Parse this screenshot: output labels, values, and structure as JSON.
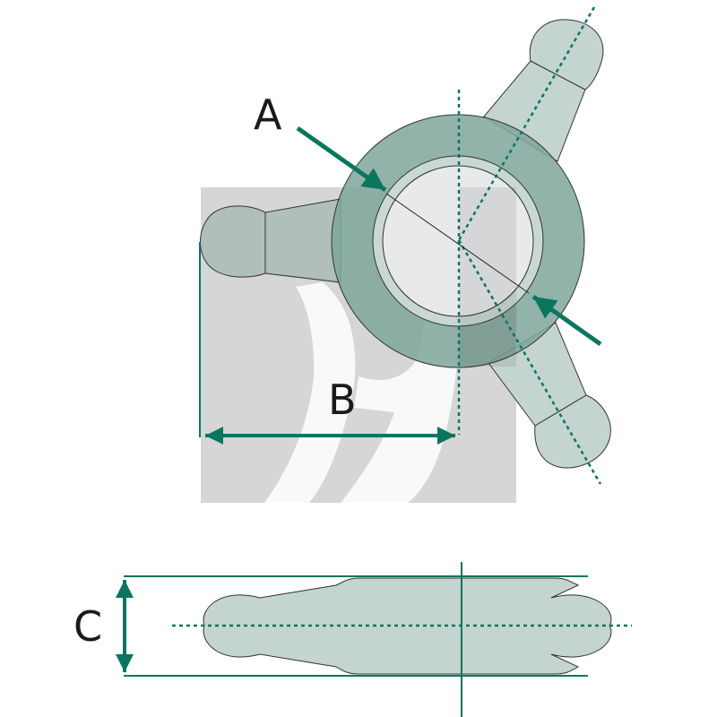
{
  "labels": {
    "a": "A",
    "b": "B",
    "c": "C"
  },
  "colors": {
    "accent": "#0b7560",
    "ring": "#8fb0a6",
    "arm": "#c4d4cf",
    "watermark": "#d6d6d6"
  }
}
